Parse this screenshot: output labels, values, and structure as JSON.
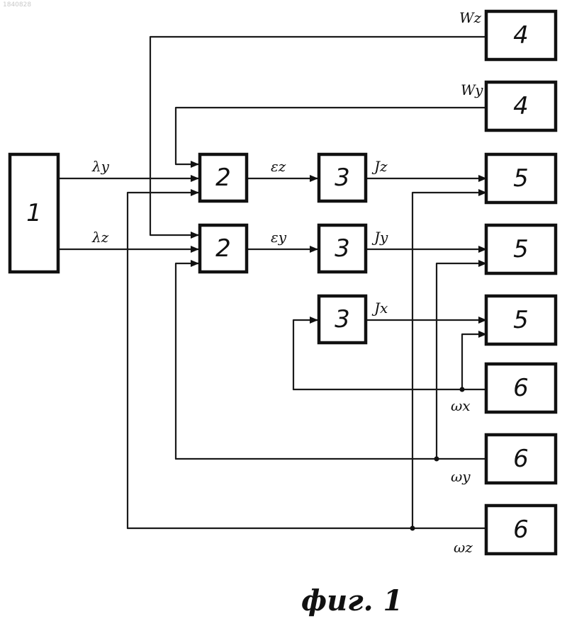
{
  "document_number": "1840828",
  "caption": "фиг. 1",
  "blocks": [
    {
      "num": "1"
    },
    {
      "num": "2"
    },
    {
      "num": "2"
    },
    {
      "num": "3"
    },
    {
      "num": "3"
    },
    {
      "num": "3"
    },
    {
      "num": "4"
    },
    {
      "num": "4"
    },
    {
      "num": "5"
    },
    {
      "num": "5"
    },
    {
      "num": "5"
    },
    {
      "num": "6"
    },
    {
      "num": "6"
    },
    {
      "num": "6"
    }
  ],
  "signals": {
    "lambda_y": "λy",
    "lambda_z": "λz",
    "eps_z": "εz",
    "eps_y": "εy",
    "J_z": "Jz",
    "J_y": "Jy",
    "J_x": "Jx",
    "W_z": "Wz",
    "W_y": "Wy",
    "omega_x": "ωx",
    "omega_y": "ωy",
    "omega_z": "ωz"
  }
}
